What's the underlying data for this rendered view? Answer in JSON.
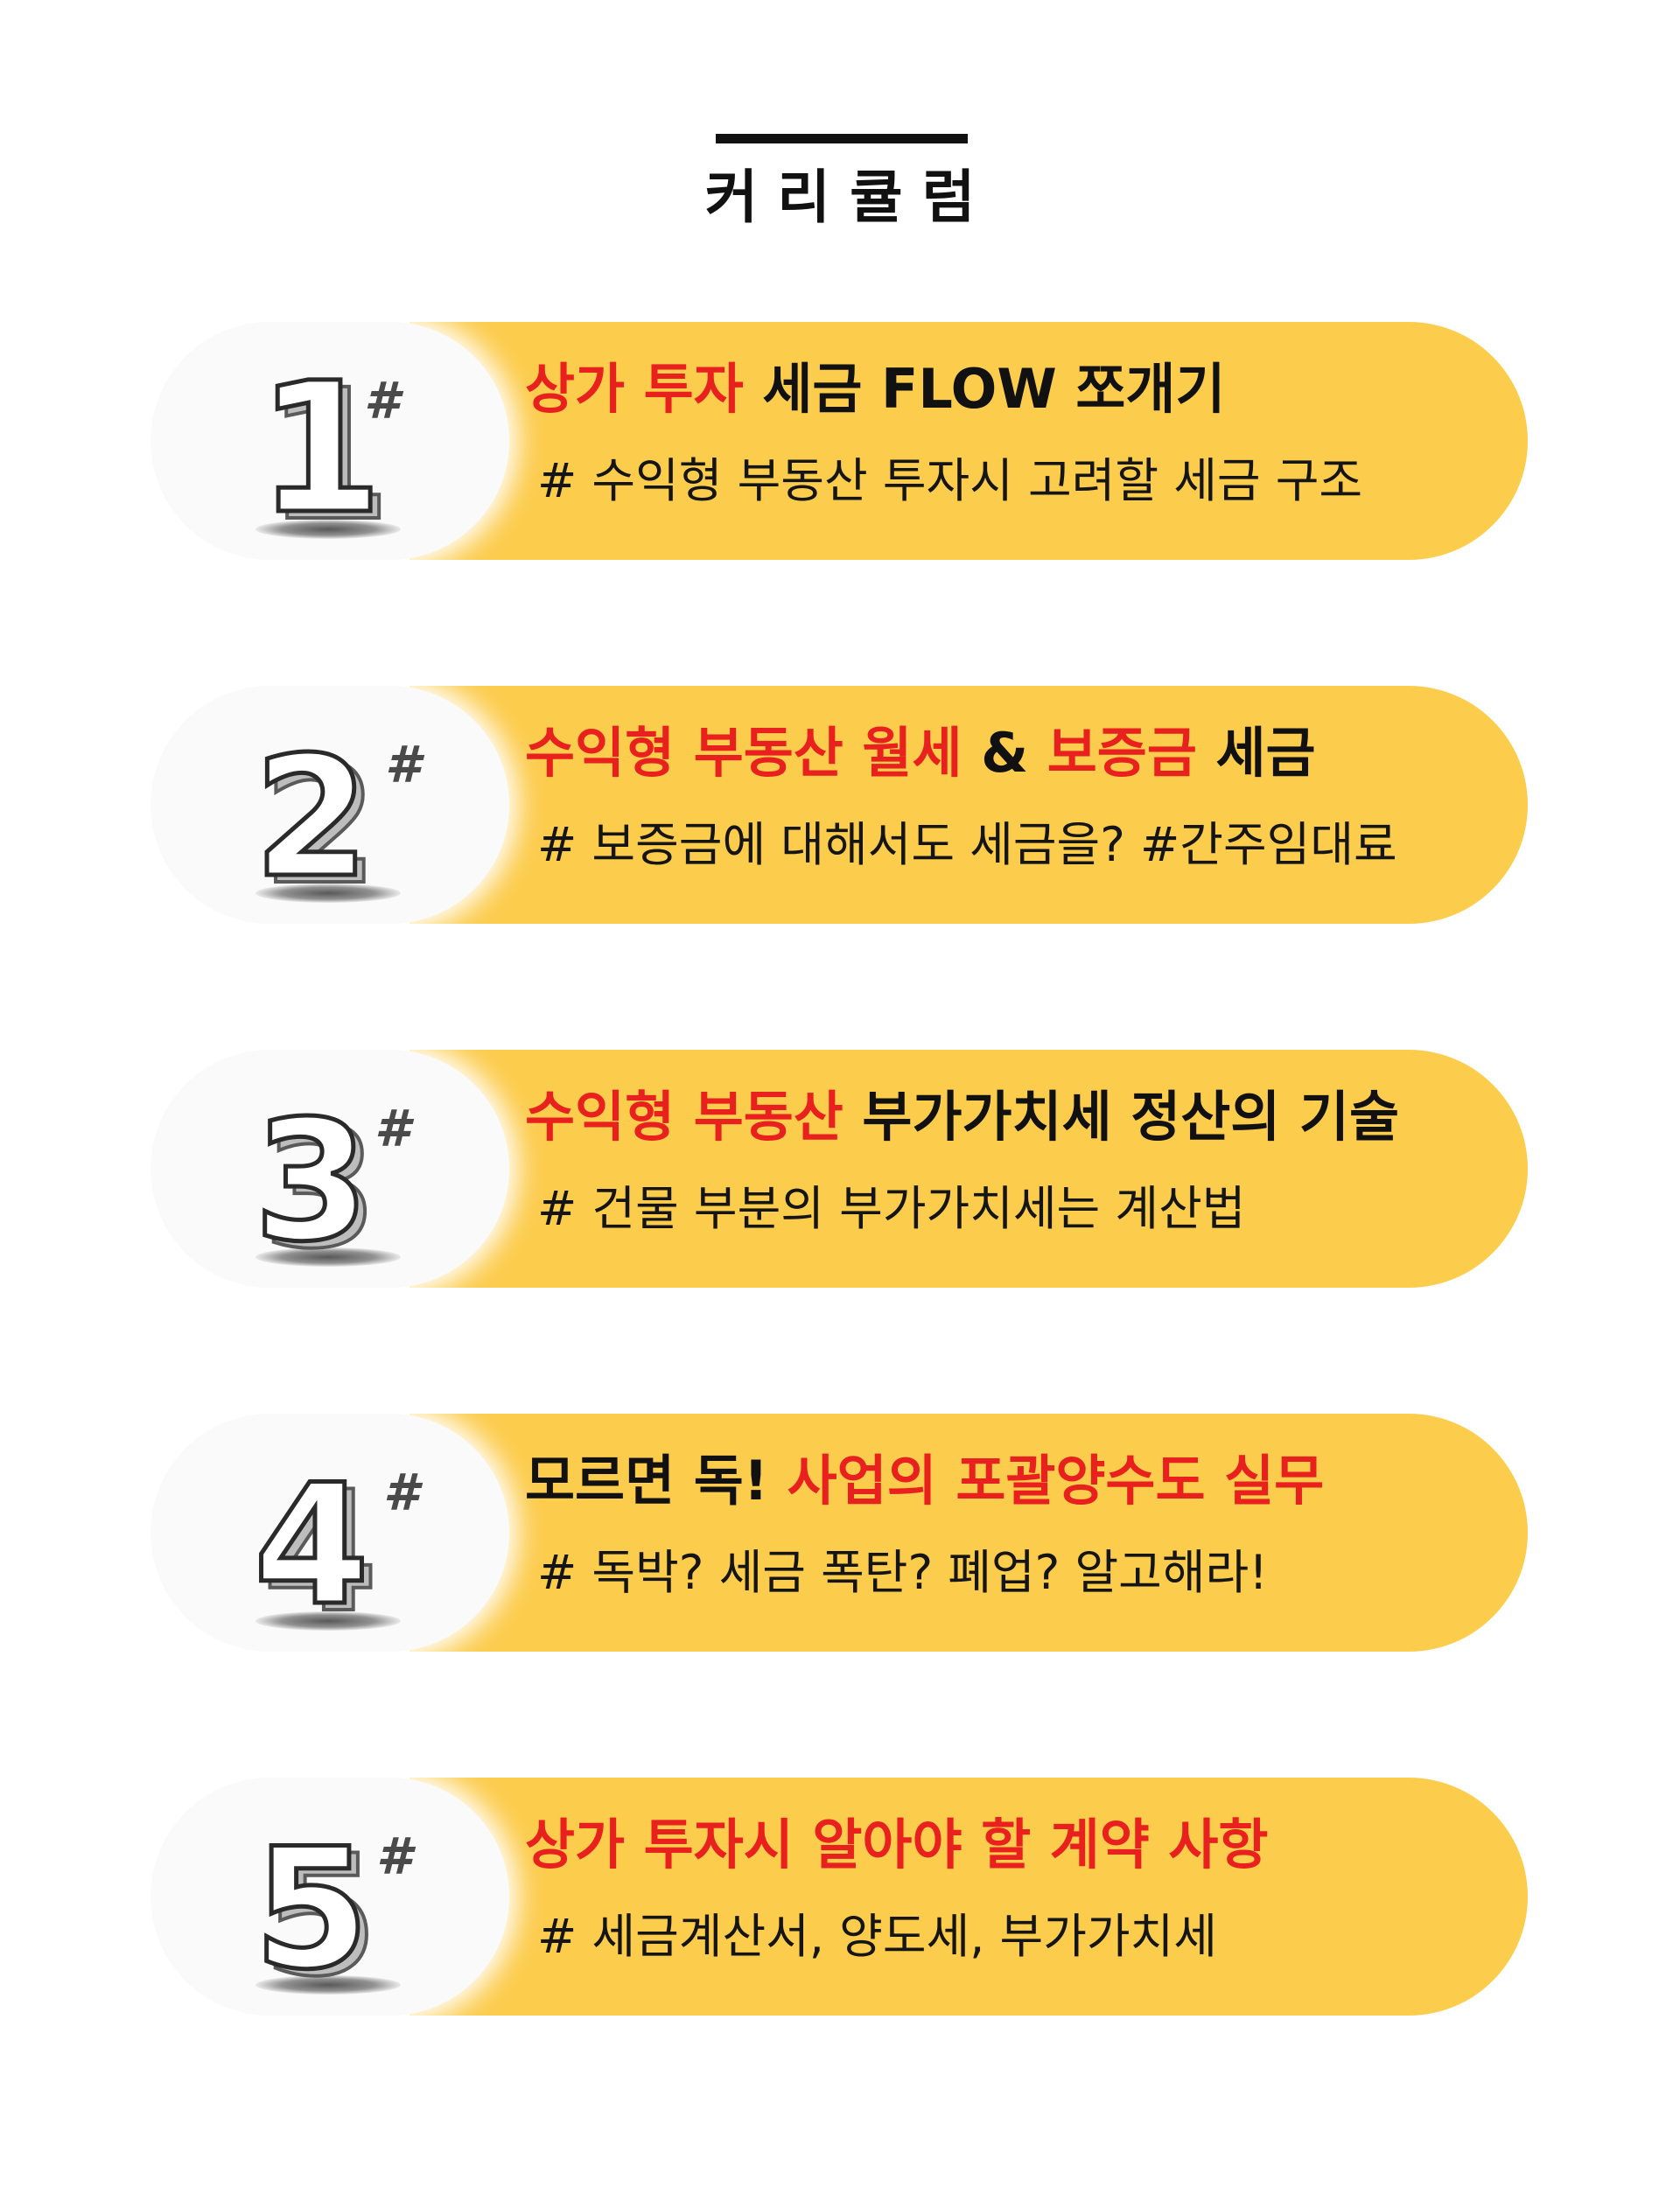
{
  "header": {
    "title": "커리큘럼"
  },
  "colors": {
    "pill": "#fccc4d",
    "accent_red": "#e8211f",
    "text_dark": "#111111"
  },
  "items": [
    {
      "number": "1",
      "mark": "#",
      "title": [
        {
          "text": "상가 투자",
          "style": "red"
        },
        {
          "text": " 세금 FLOW 쪼개기",
          "style": "dark"
        }
      ],
      "subtitle": "# 수익형 부동산 투자시 고려할 세금 구조"
    },
    {
      "number": "2",
      "mark": "#",
      "title": [
        {
          "text": "수익형 부동산 월세",
          "style": "red"
        },
        {
          "text": " & ",
          "style": "dark"
        },
        {
          "text": "보증금",
          "style": "red"
        },
        {
          "text": " 세금",
          "style": "dark"
        }
      ],
      "subtitle": "# 보증금에 대해서도 세금을? #간주임대료"
    },
    {
      "number": "3",
      "mark": "#",
      "title": [
        {
          "text": "수익형 부동산",
          "style": "red"
        },
        {
          "text": " 부가가치세 정산의 기술",
          "style": "dark"
        }
      ],
      "subtitle": "# 건물 부분의 부가가치세는 계산법"
    },
    {
      "number": "4",
      "mark": "#",
      "title": [
        {
          "text": "모르면 독! ",
          "style": "dark"
        },
        {
          "text": "사업의 포괄양수도 실무",
          "style": "red"
        }
      ],
      "subtitle": "# 독박? 세금 폭탄? 폐업? 알고해라!"
    },
    {
      "number": "5",
      "mark": "#",
      "title": [
        {
          "text": "상가 투자시 알아야 할 계약 사항",
          "style": "red"
        }
      ],
      "subtitle": "# 세금계산서, 양도세, 부가가치세"
    }
  ]
}
